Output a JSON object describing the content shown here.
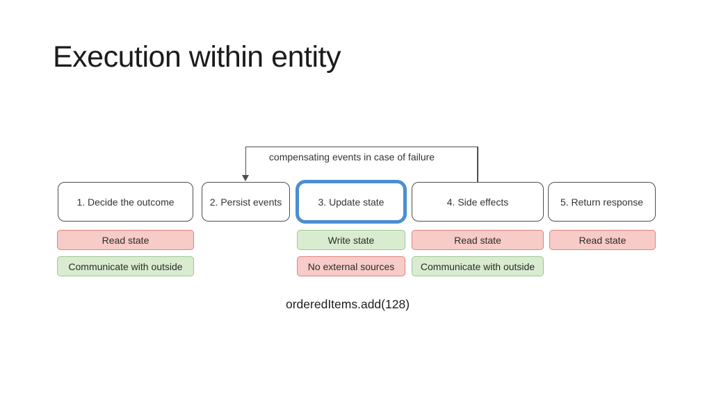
{
  "slide": {
    "title": "Execution within entity",
    "code_annotation": "orderedItems.add(128)"
  },
  "diagram": {
    "arrow_label": "compensating events in case of failure",
    "arrow": {
      "from_step": "4. Side effects",
      "to_step": "2. Persist events",
      "direction": "down-arrow into step 2"
    },
    "steps": [
      {
        "label": "1. Decide the outcome",
        "highlighted": false
      },
      {
        "label": "2. Persist events",
        "highlighted": false
      },
      {
        "label": "3. Update state",
        "highlighted": true
      },
      {
        "label": "4. Side effects",
        "highlighted": false
      },
      {
        "label": "5. Return response",
        "highlighted": false
      }
    ],
    "badges": {
      "row1": [
        {
          "text": "Read state",
          "color": "pink",
          "under_step": 1
        },
        {
          "text": "Write state",
          "color": "green",
          "under_step": 3
        },
        {
          "text": "Read state",
          "color": "pink",
          "under_step": 4
        },
        {
          "text": "Read state",
          "color": "pink",
          "under_step": 5
        }
      ],
      "row2": [
        {
          "text": "Communicate with outside",
          "color": "green",
          "under_step": 1
        },
        {
          "text": "No external sources",
          "color": "pink",
          "under_step": 3
        },
        {
          "text": "Communicate with outside",
          "color": "green",
          "under_step": 4
        }
      ]
    },
    "colors": {
      "pink_fill": "#f7cbc7",
      "pink_border": "#e1837a",
      "green_fill": "#d9ecd0",
      "green_border": "#9dc692",
      "highlight_blue": "#4a8ed2",
      "box_border": "#4d4d4d",
      "line": "#4d4d4d"
    }
  }
}
